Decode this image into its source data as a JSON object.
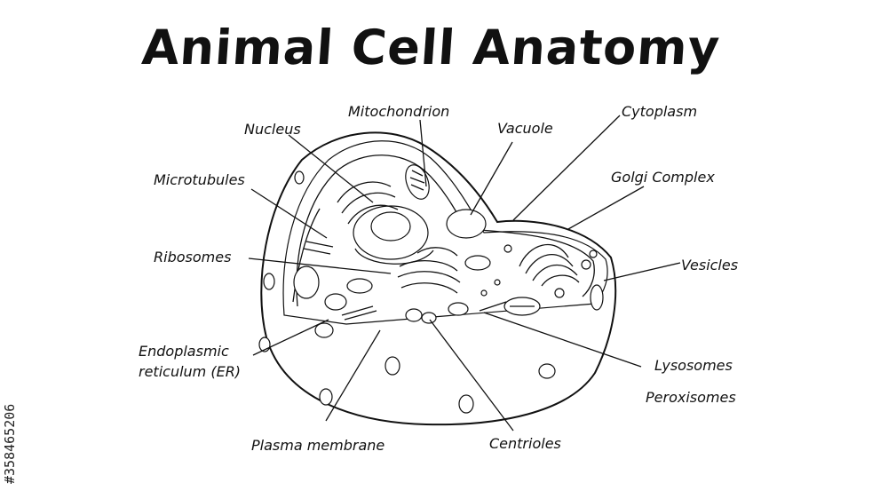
{
  "title": "Animal Cell Anatomy",
  "labels": {
    "nucleus": "Nucleus",
    "mitochondrion": "Mitochondrion",
    "vacuole": "Vacuole",
    "cytoplasm": "Cytoplasm",
    "golgi": "Golgi Complex",
    "microtubules": "Microtubules",
    "ribosomes": "Ribosomes",
    "vesicles": "Vesicles",
    "er_line1": "Endoplasmic",
    "er_line2": "reticulum (ER)",
    "lysosomes": "Lysosomes",
    "peroxisomes": "Peroxisomes",
    "plasma_membrane": "Plasma membrane",
    "centrioles": "Centrioles"
  },
  "stock_id": "#358465206"
}
